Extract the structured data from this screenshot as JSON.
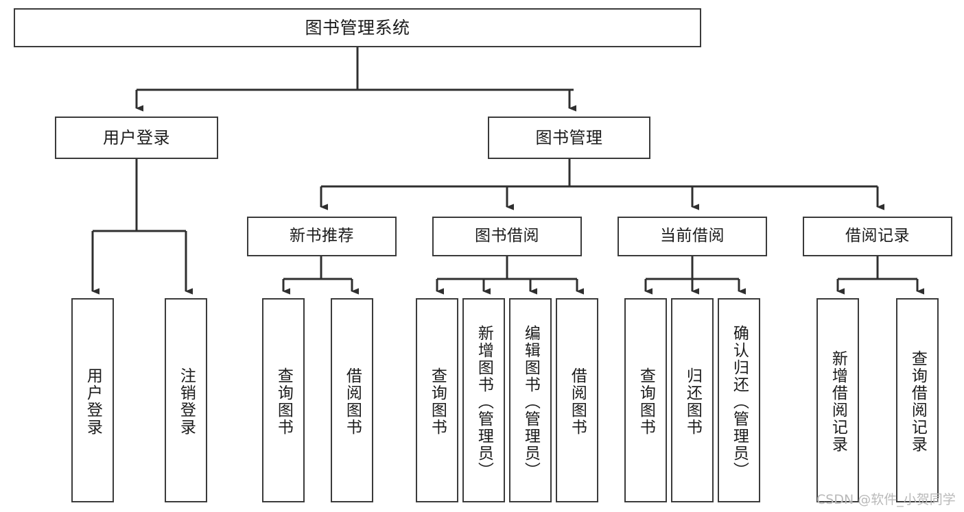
{
  "diagram": {
    "type": "hierarchy-tree",
    "title": "图书管理系统",
    "root": {
      "label": "图书管理系统"
    },
    "level1": [
      {
        "label": "用户登录"
      },
      {
        "label": "图书管理"
      }
    ],
    "level2": [
      {
        "label": "新书推荐"
      },
      {
        "label": "图书借阅"
      },
      {
        "label": "当前借阅"
      },
      {
        "label": "借阅记录"
      }
    ],
    "leaves": {
      "user_login": [
        {
          "label": "用户登录"
        },
        {
          "label": "注销登录"
        }
      ],
      "new_book_recommend": [
        {
          "label": "查询图书"
        },
        {
          "label": "借阅图书"
        }
      ],
      "book_borrow": [
        {
          "label": "查询图书"
        },
        {
          "label": "新增图书（管理员）"
        },
        {
          "label": "编辑图书（管理员）"
        },
        {
          "label": "借阅图书"
        }
      ],
      "current_borrow": [
        {
          "label": "查询图书"
        },
        {
          "label": "归还图书"
        },
        {
          "label": "确认归还（管理员）"
        }
      ],
      "borrow_record": [
        {
          "label": "新增借阅记录"
        },
        {
          "label": "查询借阅记录"
        }
      ]
    }
  },
  "watermark": {
    "text": "CSDN @软件_小贺同学"
  },
  "colors": {
    "border": "#3a3a3a",
    "connector": "#2f2f2f",
    "text": "#1b1b1b",
    "background": "#ffffff",
    "watermark": "#b9b9b9"
  }
}
